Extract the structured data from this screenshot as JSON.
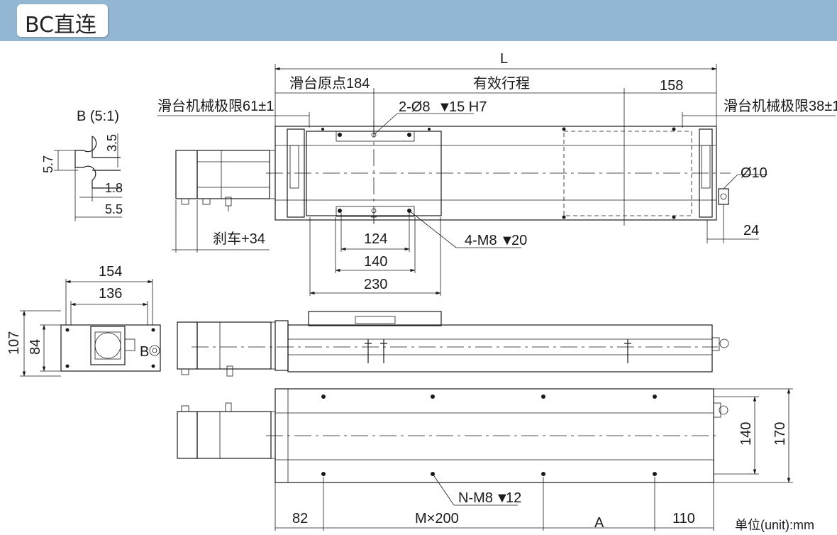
{
  "header": {
    "title": "BC直连"
  },
  "top_view": {
    "L": "L",
    "home": "滑台原点184",
    "stroke": "有效行程",
    "d158": "158",
    "mech_limit_left": "滑台机械极限61±1",
    "mech_limit_right": "滑台机械极限38±1",
    "pin_hole": "2-Ø8",
    "pin_hole_depth": "15 H7",
    "tap_hole": "4-M8",
    "tap_hole_depth": "20",
    "d10": "Ø10",
    "d24": "24",
    "brake": "刹车+34",
    "d124": "124",
    "d140": "140",
    "d230": "230"
  },
  "detail_b": {
    "title": "B (5:1)",
    "d5_7": "5.7",
    "d3_5": "3.5",
    "d1_8": "1.8",
    "d5_5": "5.5"
  },
  "end_view": {
    "d154": "154",
    "d136": "136",
    "d107": "107",
    "d84": "84",
    "mark_b": "B"
  },
  "bottom_view": {
    "n_holes": "N-M8",
    "n_holes_depth": "12",
    "d82": "82",
    "pitch": "M×200",
    "a": "A",
    "d110": "110",
    "d140": "140",
    "d170": "170"
  },
  "unit": "单位(unit):mm"
}
